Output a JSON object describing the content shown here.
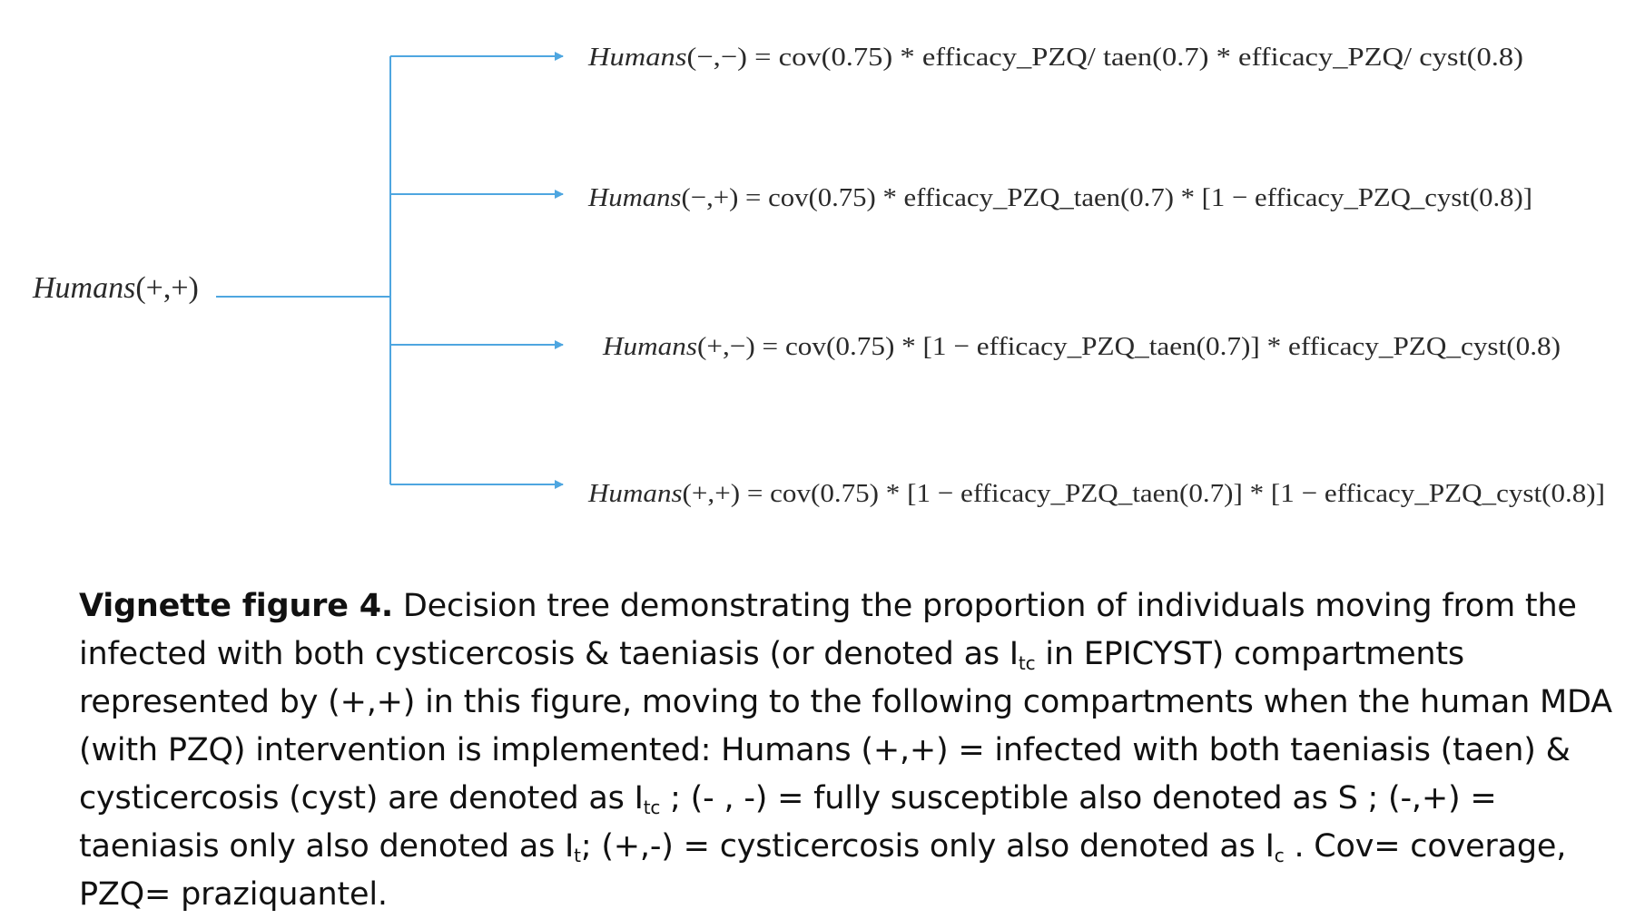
{
  "diagram": {
    "line_color": "#4ea6e0",
    "root": {
      "name": "Humans",
      "state": "(+,+)"
    },
    "branches": [
      {
        "name": "Humans",
        "state": "(−,−)",
        "formula": " = cov(0.75) * efficacy_PZQ/ taen(0.7) * efficacy_PZQ/ cyst(0.8)"
      },
      {
        "name": "Humans",
        "state": "(−,+)",
        "formula": " = cov(0.75) * efficacy_PZQ_taen(0.7) * [1 − efficacy_PZQ_cyst(0.8)]"
      },
      {
        "name": "Humans",
        "state": "(+,−)",
        "formula": " = cov(0.75) * [1 − efficacy_PZQ_taen(0.7)] * efficacy_PZQ_cyst(0.8)"
      },
      {
        "name": "Humans",
        "state": "(+,+)",
        "formula": " = cov(0.75) * [1 − efficacy_PZQ_taen(0.7)] * [1 − efficacy_PZQ_cyst(0.8)]"
      }
    ]
  },
  "caption": {
    "lead": "Vignette figure 4.",
    "part1": " Decision tree demonstrating the proportion of individuals moving from the infected with both cysticercosis & taeniasis (or denoted as I",
    "sub_tc_1": "tc",
    "part2": " in EPICYST) compartments represented by (+,+) in this figure, moving to the following compartments when the human MDA (with PZQ) intervention is implemented: Humans (+,+) = infected with both taeniasis (taen) & cysticercosis (cyst) are denoted as I",
    "sub_tc_2": "tc",
    "part3": " ; (- , -) = fully susceptible also denoted as S ; (-,+) = taeniasis only also denoted as I",
    "sub_t": "t",
    "part4": "; (+,-) = cysticercosis only also denoted as I",
    "sub_c": "c",
    "part5": " . Cov= coverage, PZQ= praziquantel."
  }
}
